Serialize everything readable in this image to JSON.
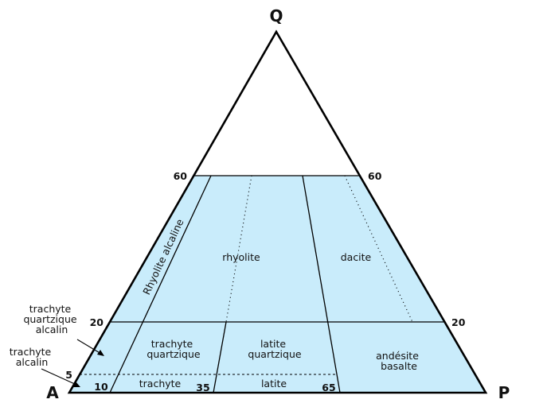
{
  "diagram": {
    "vertices": {
      "q": "Q",
      "a": "A",
      "p": "P"
    },
    "ticks": {
      "left60": "60",
      "right60": "60",
      "left20": "20",
      "right20": "20",
      "left5": "5",
      "b10": "10",
      "b35": "35",
      "b65": "65"
    },
    "fields": {
      "rhyolite_alcaline": "Rhyolite alcaline",
      "rhyolite": "rhyolite",
      "dacite": "dacite",
      "trachyte_quartzique": [
        "trachyte",
        "quartzique"
      ],
      "latite_quartzique": [
        "latite",
        "quartzique"
      ],
      "andesite_basalte": [
        "andésite",
        "basalte"
      ],
      "trachyte": "trachyte",
      "latite": "latite",
      "trachyte_quartzique_alcalin": [
        "trachyte",
        "quartzique",
        "alcalin"
      ],
      "trachyte_alcalin": [
        "trachyte",
        "alcalin"
      ]
    },
    "colors": {
      "fill": "#c9ecfb",
      "line": "#000000"
    }
  }
}
